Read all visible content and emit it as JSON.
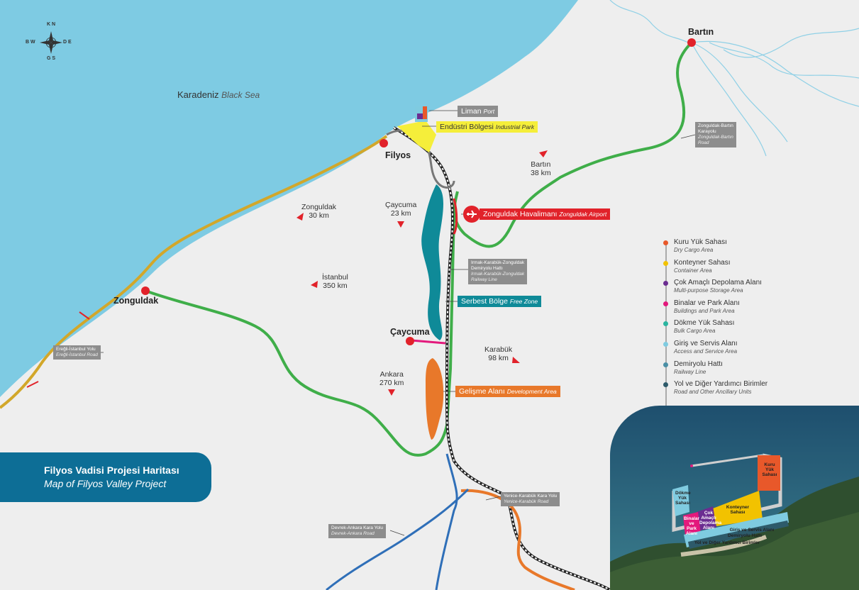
{
  "map": {
    "title_tr": "Filyos Vadisi Projesi Haritası",
    "title_en": "Map of Filyos Valley Project",
    "sea": {
      "name_tr": "Karadeniz",
      "name_en": "Black Sea"
    },
    "compass": {
      "n": "K N",
      "s": "G S",
      "e": "D E",
      "w": "B W"
    },
    "cities": [
      {
        "name": "Bartın"
      },
      {
        "name": "Filyos"
      },
      {
        "name": "Zonguldak"
      },
      {
        "name": "Çaycuma"
      }
    ],
    "distances": [
      {
        "to": "Bartın",
        "km": "38 km"
      },
      {
        "to": "Çaycuma",
        "km": "23 km"
      },
      {
        "to": "Zonguldak",
        "km": "30 km"
      },
      {
        "to": "İstanbul",
        "km": "350 km"
      },
      {
        "to": "Karabük",
        "km": "98 km"
      },
      {
        "to": "Ankara",
        "km": "270 km"
      }
    ],
    "callouts": {
      "port": {
        "tr": "Liman",
        "en": "Port"
      },
      "industrial": {
        "tr": "Endüstri Bölgesi",
        "en": "Industrial Park"
      },
      "airport": {
        "tr": "Zonguldak Havalimanı",
        "en": "Zonguldak Airport"
      },
      "freezone": {
        "tr": "Serbest Bölge",
        "en": "Free Zone"
      },
      "development": {
        "tr": "Gelişme Alanı",
        "en": "Development Area"
      }
    },
    "roads": {
      "bartin_road": {
        "tr1": "Zonguldak-Bartın",
        "tr2": "Karayolu",
        "en1": "Zonguldak-Bartın",
        "en2": "Road"
      },
      "railway": {
        "tr1": "Irmak-Karabük-Zonguldak",
        "tr2": "Demiryolu Hattı",
        "en1": "Irmak-Karabük-Zonguldak",
        "en2": "Railway Line"
      },
      "eregli": {
        "tr": "Ereğli-İstanbul Yolu",
        "en": "Ereğli-İstanbul Road"
      },
      "yenice": {
        "tr": "Yenice-Karabük Kara Yolu",
        "en": "Yenice-Karabük Road"
      },
      "devrek": {
        "tr": "Devrek-Ankara Kara Yolu",
        "en": "Devrek-Ankara Road"
      }
    },
    "legend": [
      {
        "tr": "Kuru Yük Sahası",
        "en": "Dry Cargo Area",
        "color": "#e8582a"
      },
      {
        "tr": "Konteyner Sahası",
        "en": "Container Area",
        "color": "#f2c200"
      },
      {
        "tr": "Çok Amaçlı Depolama Alanı",
        "en": "Multi-purpose Storage Area",
        "color": "#6b2d91"
      },
      {
        "tr": "Binalar ve Park Alanı",
        "en": "Buildings and Park Area",
        "color": "#e3197c"
      },
      {
        "tr": "Dökme Yük Sahası",
        "en": "Bulk Cargo Area",
        "color": "#2bb5a0"
      },
      {
        "tr": "Giriş ve Servis Alanı",
        "en": "Access and Service Area",
        "color": "#7fcbe0"
      },
      {
        "tr": "Demiryolu Hattı",
        "en": "Railway Line",
        "color": "#4a8fa5"
      },
      {
        "tr": "Yol ve Diğer Yardımcı Birimler",
        "en": "Road and Other Ancillary Units",
        "color": "#2d5a6a"
      }
    ],
    "inset_labels": {
      "dry": "Kuru Yük Sahası",
      "bulk": "Dökme Yük Sahası",
      "container": "Konteyner Sahası",
      "multi": "Çok Amaçlı Depolama Alanı",
      "buildings": "Binalar ve Park Alanı",
      "access": "Giriş ve Servis Alanı",
      "rail": "Demiryolu Hattı",
      "road": "Yol ve Diğer Yardımcı Birimler"
    },
    "colors": {
      "sea": "#7ecbe3",
      "land": "#eeeeee",
      "green_road": "#3fae49",
      "gold_road": "#d2a72a",
      "railway": "#333333",
      "airport_red": "#e1222a",
      "teal_zone": "#0f8a98",
      "orange_zone": "#e8782a",
      "title_blue": "#0d6e96"
    }
  }
}
